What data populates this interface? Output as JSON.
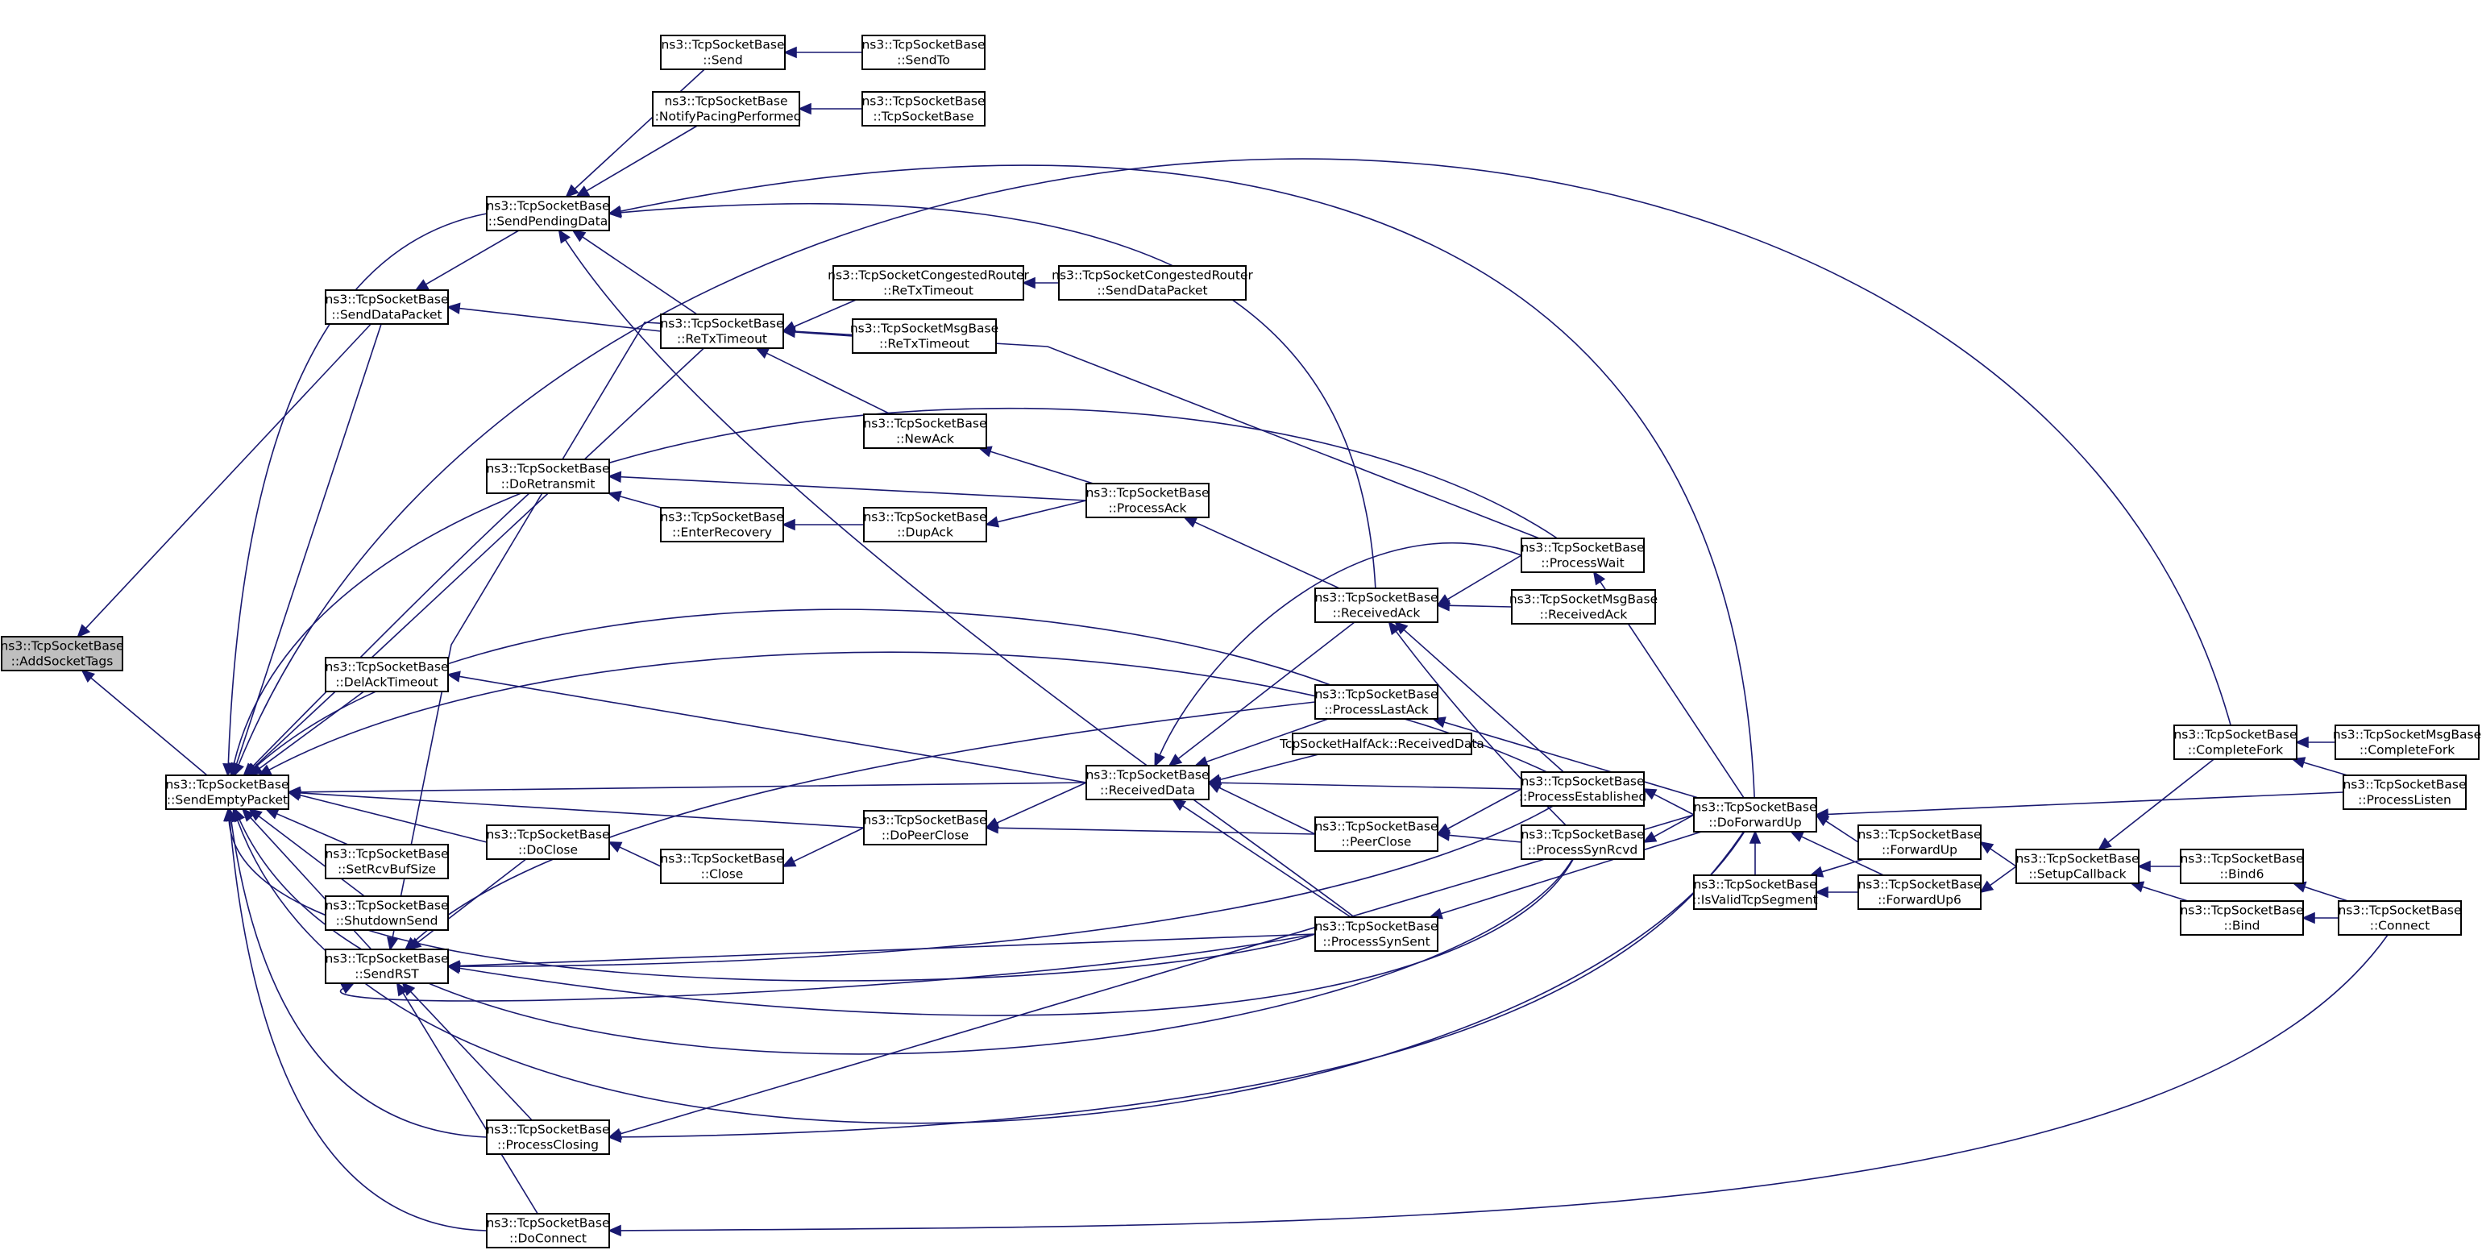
{
  "diagram": {
    "nodes": [
      {
        "id": "add",
        "lines": [
          "ns3::TcpSocketBase",
          "::AddSocketTags"
        ],
        "root": true
      },
      {
        "id": "sep",
        "lines": [
          "ns3::TcpSocketBase",
          "::SendEmptyPacket"
        ]
      },
      {
        "id": "sdp",
        "lines": [
          "ns3::TcpSocketBase",
          "::SendDataPacket"
        ]
      },
      {
        "id": "spd",
        "lines": [
          "ns3::TcpSocketBase",
          "::SendPendingData"
        ]
      },
      {
        "id": "send",
        "lines": [
          "ns3::TcpSocketBase",
          "::Send"
        ]
      },
      {
        "id": "sendto",
        "lines": [
          "ns3::TcpSocketBase",
          "::SendTo"
        ]
      },
      {
        "id": "npp",
        "lines": [
          "ns3::TcpSocketBase",
          "::NotifyPacingPerformed"
        ]
      },
      {
        "id": "ctor",
        "lines": [
          "ns3::TcpSocketBase",
          "::TcpSocketBase"
        ]
      },
      {
        "id": "rtx",
        "lines": [
          "ns3::TcpSocketBase",
          "::ReTxTimeout"
        ]
      },
      {
        "id": "cr_rtx",
        "lines": [
          "ns3::TcpSocketCongestedRouter",
          "::ReTxTimeout"
        ]
      },
      {
        "id": "cr_sdp",
        "lines": [
          "ns3::TcpSocketCongestedRouter",
          "::SendDataPacket"
        ]
      },
      {
        "id": "msg_rtx",
        "lines": [
          "ns3::TcpSocketMsgBase",
          "::ReTxTimeout"
        ]
      },
      {
        "id": "newack",
        "lines": [
          "ns3::TcpSocketBase",
          "::NewAck"
        ]
      },
      {
        "id": "doret",
        "lines": [
          "ns3::TcpSocketBase",
          "::DoRetransmit"
        ]
      },
      {
        "id": "enterrec",
        "lines": [
          "ns3::TcpSocketBase",
          "::EnterRecovery"
        ]
      },
      {
        "id": "dupack",
        "lines": [
          "ns3::TcpSocketBase",
          "::DupAck"
        ]
      },
      {
        "id": "procack",
        "lines": [
          "ns3::TcpSocketBase",
          "::ProcessAck"
        ]
      },
      {
        "id": "procwait",
        "lines": [
          "ns3::TcpSocketBase",
          "::ProcessWait"
        ]
      },
      {
        "id": "rcvack",
        "lines": [
          "ns3::TcpSocketBase",
          "::ReceivedAck"
        ]
      },
      {
        "id": "msg_rcvack",
        "lines": [
          "ns3::TcpSocketMsgBase",
          "::ReceivedAck"
        ]
      },
      {
        "id": "dat",
        "lines": [
          "ns3::TcpSocketBase",
          "::DelAckTimeout"
        ]
      },
      {
        "id": "plast",
        "lines": [
          "ns3::TcpSocketBase",
          "::ProcessLastAck"
        ]
      },
      {
        "id": "rdata",
        "lines": [
          "ns3::TcpSocketBase",
          "::ReceivedData"
        ]
      },
      {
        "id": "halfack",
        "lines": [
          "TcpSocketHalfAck::ReceivedData"
        ]
      },
      {
        "id": "pest",
        "lines": [
          "ns3::TcpSocketBase",
          "::ProcessEstablished"
        ]
      },
      {
        "id": "dofwd",
        "lines": [
          "ns3::TcpSocketBase",
          "::DoForwardUp"
        ]
      },
      {
        "id": "dopc",
        "lines": [
          "ns3::TcpSocketBase",
          "::DoPeerClose"
        ]
      },
      {
        "id": "peerclose",
        "lines": [
          "ns3::TcpSocketBase",
          "::PeerClose"
        ]
      },
      {
        "id": "psynrcvd",
        "lines": [
          "ns3::TcpSocketBase",
          "::ProcessSynRcvd"
        ]
      },
      {
        "id": "doclose",
        "lines": [
          "ns3::TcpSocketBase",
          "::DoClose"
        ]
      },
      {
        "id": "close",
        "lines": [
          "ns3::TcpSocketBase",
          "::Close"
        ]
      },
      {
        "id": "srbs",
        "lines": [
          "ns3::TcpSocketBase",
          "::SetRcvBufSize"
        ]
      },
      {
        "id": "shut",
        "lines": [
          "ns3::TcpSocketBase",
          "::ShutdownSend"
        ]
      },
      {
        "id": "srst",
        "lines": [
          "ns3::TcpSocketBase",
          "::SendRST"
        ]
      },
      {
        "id": "psynsent",
        "lines": [
          "ns3::TcpSocketBase",
          "::ProcessSynSent"
        ]
      },
      {
        "id": "pclosing",
        "lines": [
          "ns3::TcpSocketBase",
          "::ProcessClosing"
        ]
      },
      {
        "id": "doconn",
        "lines": [
          "ns3::TcpSocketBase",
          "::DoConnect"
        ]
      },
      {
        "id": "isvalid",
        "lines": [
          "ns3::TcpSocketBase",
          "::IsValidTcpSegment"
        ]
      },
      {
        "id": "fwdup",
        "lines": [
          "ns3::TcpSocketBase",
          "::ForwardUp"
        ]
      },
      {
        "id": "fwdup6",
        "lines": [
          "ns3::TcpSocketBase",
          "::ForwardUp6"
        ]
      },
      {
        "id": "setcb",
        "lines": [
          "ns3::TcpSocketBase",
          "::SetupCallback"
        ]
      },
      {
        "id": "cfork",
        "lines": [
          "ns3::TcpSocketBase",
          "::CompleteFork"
        ]
      },
      {
        "id": "msg_cfork",
        "lines": [
          "ns3::TcpSocketMsgBase",
          "::CompleteFork"
        ]
      },
      {
        "id": "plisten",
        "lines": [
          "ns3::TcpSocketBase",
          "::ProcessListen"
        ]
      },
      {
        "id": "bind6",
        "lines": [
          "ns3::TcpSocketBase",
          "::Bind6"
        ]
      },
      {
        "id": "bind",
        "lines": [
          "ns3::TcpSocketBase",
          "::Bind"
        ]
      },
      {
        "id": "connect",
        "lines": [
          "ns3::TcpSocketBase",
          "::Connect"
        ]
      }
    ],
    "colors": {
      "edge": "#191970",
      "root_fill": "#bfbfbf",
      "node_border": "#000000"
    }
  }
}
